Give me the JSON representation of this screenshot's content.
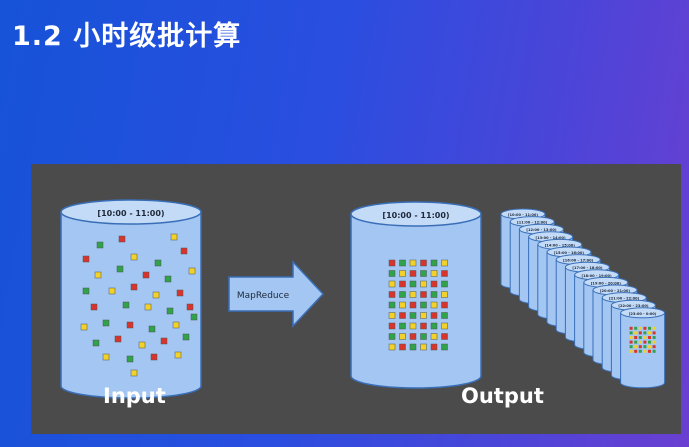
{
  "title": "1.2 小时级批计算",
  "diagram": {
    "input_range": "[10:00 - 11:00)",
    "output_range": "[10:00 - 11:00)",
    "arrow_label": "MapReduce",
    "input_caption": "Input",
    "output_caption": "Output",
    "stack_labels": [
      "[10:00 - 11:00)",
      "[11:00 - 12:00)",
      "[12:00 - 13:00)",
      "[13:00 - 14:00)",
      "[14:00 - 15:00)",
      "[15:00 - 16:00)",
      "[16:00 - 17:00)",
      "[17:00 - 18:00)",
      "[18:00 - 19:00)",
      "[19:00 - 20:00)",
      "[20:00 - 21:00)",
      "[21:00 - 22:00)",
      "[22:00 - 23:00)",
      "[23:00 - 0:00)"
    ],
    "colors": {
      "cylinder_fill": "#a3c6f2",
      "cylinder_stroke": "#3a6fb8",
      "red": "#d9342b",
      "green": "#2fa24a",
      "yellow": "#f2d12a"
    }
  }
}
